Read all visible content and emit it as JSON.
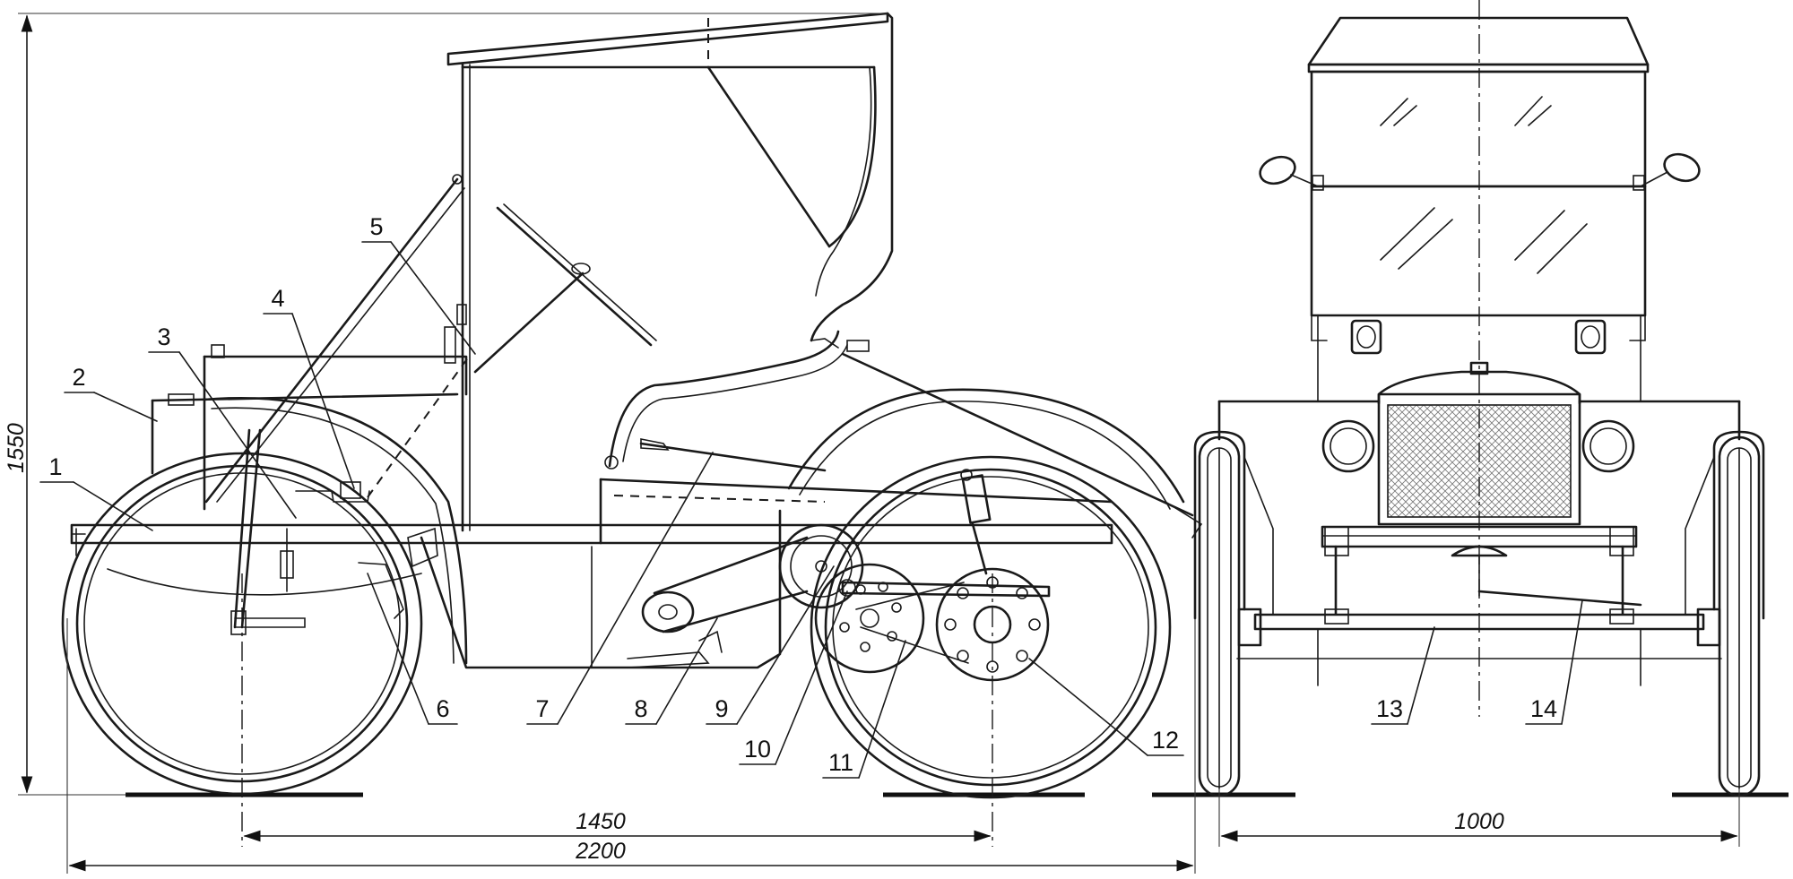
{
  "callouts": [
    "1",
    "2",
    "3",
    "4",
    "5",
    "6",
    "7",
    "8",
    "9",
    "10",
    "11",
    "12",
    "13",
    "14"
  ],
  "dimensions": {
    "height": "1550",
    "wheelbase": "1450",
    "length": "2200",
    "track": "1000"
  }
}
